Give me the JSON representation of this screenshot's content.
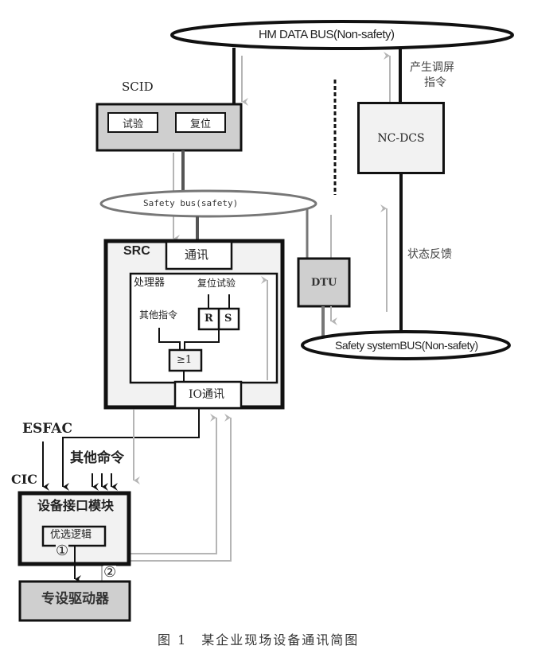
{
  "diagram": {
    "hm_bus": "HM DATA BUS(Non-safety)",
    "nc_dcs": "NC-DCS",
    "label_generate_cmd_line1": "产生调屏",
    "label_generate_cmd_line2": "指令",
    "label_status_feedback": "状态反馈",
    "scid": {
      "title": "SCID",
      "btn_test": "试验",
      "btn_reset": "复位"
    },
    "safety_bus": "Safety bus(safety)",
    "dtu": "DTU",
    "safety_system_bus": "Safety systemBUS(Non-safety)",
    "src": {
      "title": "SRC",
      "comm": "通讯",
      "processor": "处理器",
      "reset_test": "复位试验",
      "other_cmd": "其他指令",
      "r": "R",
      "s": "S",
      "or_gate": "≥1",
      "io_comm": "IO通讯"
    },
    "esfac": "ESFAC",
    "cic": "CIC",
    "other_commands": "其他命令",
    "device_interface": {
      "title": "设备接口模块",
      "priority_logic": "优选逻辑",
      "marker1": "①",
      "marker2": "②"
    },
    "driver": "专设驱动器",
    "caption": "图 1　某企业现场设备通讯简图"
  },
  "colors": {
    "line": "#111111",
    "arrow_gray": "#b5b5b5",
    "box_gray": "#cfcfcf",
    "box_light": "#f2f2f2"
  }
}
